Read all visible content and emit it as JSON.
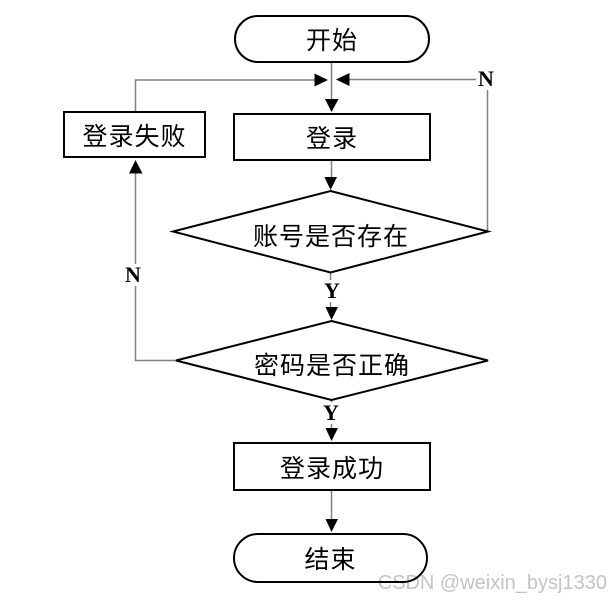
{
  "flowchart": {
    "nodes": [
      {
        "id": "start",
        "type": "terminator",
        "label": "开始"
      },
      {
        "id": "login-fail",
        "type": "process",
        "label": "登录失败"
      },
      {
        "id": "login",
        "type": "process",
        "label": "登录"
      },
      {
        "id": "account-exists",
        "type": "decision",
        "label": "账号是否存在"
      },
      {
        "id": "password-correct",
        "type": "decision",
        "label": "密码是否正确"
      },
      {
        "id": "login-success",
        "type": "process",
        "label": "登录成功"
      },
      {
        "id": "end",
        "type": "terminator",
        "label": "结束"
      }
    ],
    "edges": [
      {
        "from": "start",
        "to": "login",
        "label": ""
      },
      {
        "from": "login",
        "to": "account-exists",
        "label": ""
      },
      {
        "from": "account-exists",
        "to": "password-correct",
        "label": "Y"
      },
      {
        "from": "account-exists",
        "to": "login",
        "label": "N"
      },
      {
        "from": "password-correct",
        "to": "login-success",
        "label": "Y"
      },
      {
        "from": "password-correct",
        "to": "login-fail",
        "label": "N"
      },
      {
        "from": "login-fail",
        "to": "login",
        "label": ""
      },
      {
        "from": "login-success",
        "to": "end",
        "label": ""
      }
    ],
    "branch_labels": {
      "n_right": "N",
      "n_left": "N",
      "y_account": "Y",
      "y_password": "Y"
    }
  },
  "watermark": "CSDN @weixin_bysj1330",
  "colors": {
    "connector": "#808080",
    "shape_border": "#000000",
    "shape_fill": "#ffffff",
    "arrowhead": "#000000",
    "background": "#ffffff",
    "watermark_text": "#c3c3c3"
  }
}
